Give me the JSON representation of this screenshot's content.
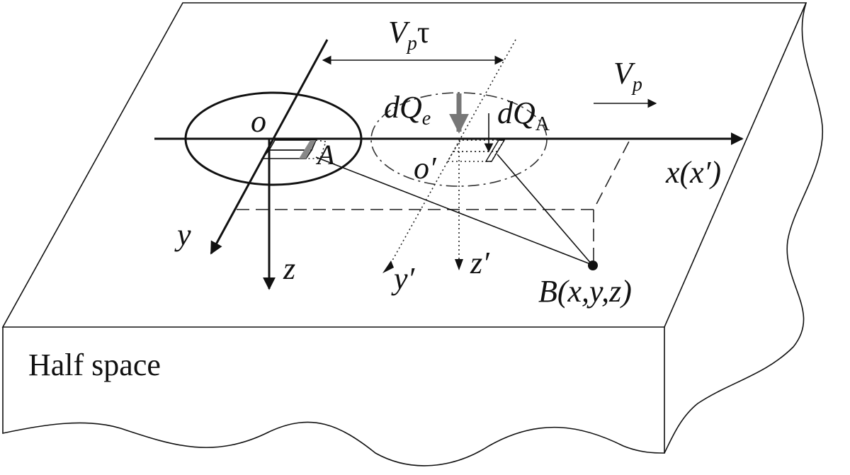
{
  "labels": {
    "vp_tau_main": "V",
    "vp_tau_sub": "p",
    "vp_tau_greek": "τ",
    "vp_main": "V",
    "vp_sub": "p",
    "dqe_main": "dQ",
    "dqe_sub": "e",
    "dqa_main": "dQ",
    "dqa_sub": "A",
    "origin": "o",
    "origin_prime": "o′",
    "point_a": "A",
    "x_axis": "x(x′)",
    "y_axis": "y",
    "z_axis": "z",
    "y_prime_axis": "y′",
    "z_prime_axis": "z′",
    "point_b": "B(x,y,z)",
    "half_space": "Half space"
  },
  "colors": {
    "ink": "#111111",
    "grey_arrow": "#777777"
  }
}
